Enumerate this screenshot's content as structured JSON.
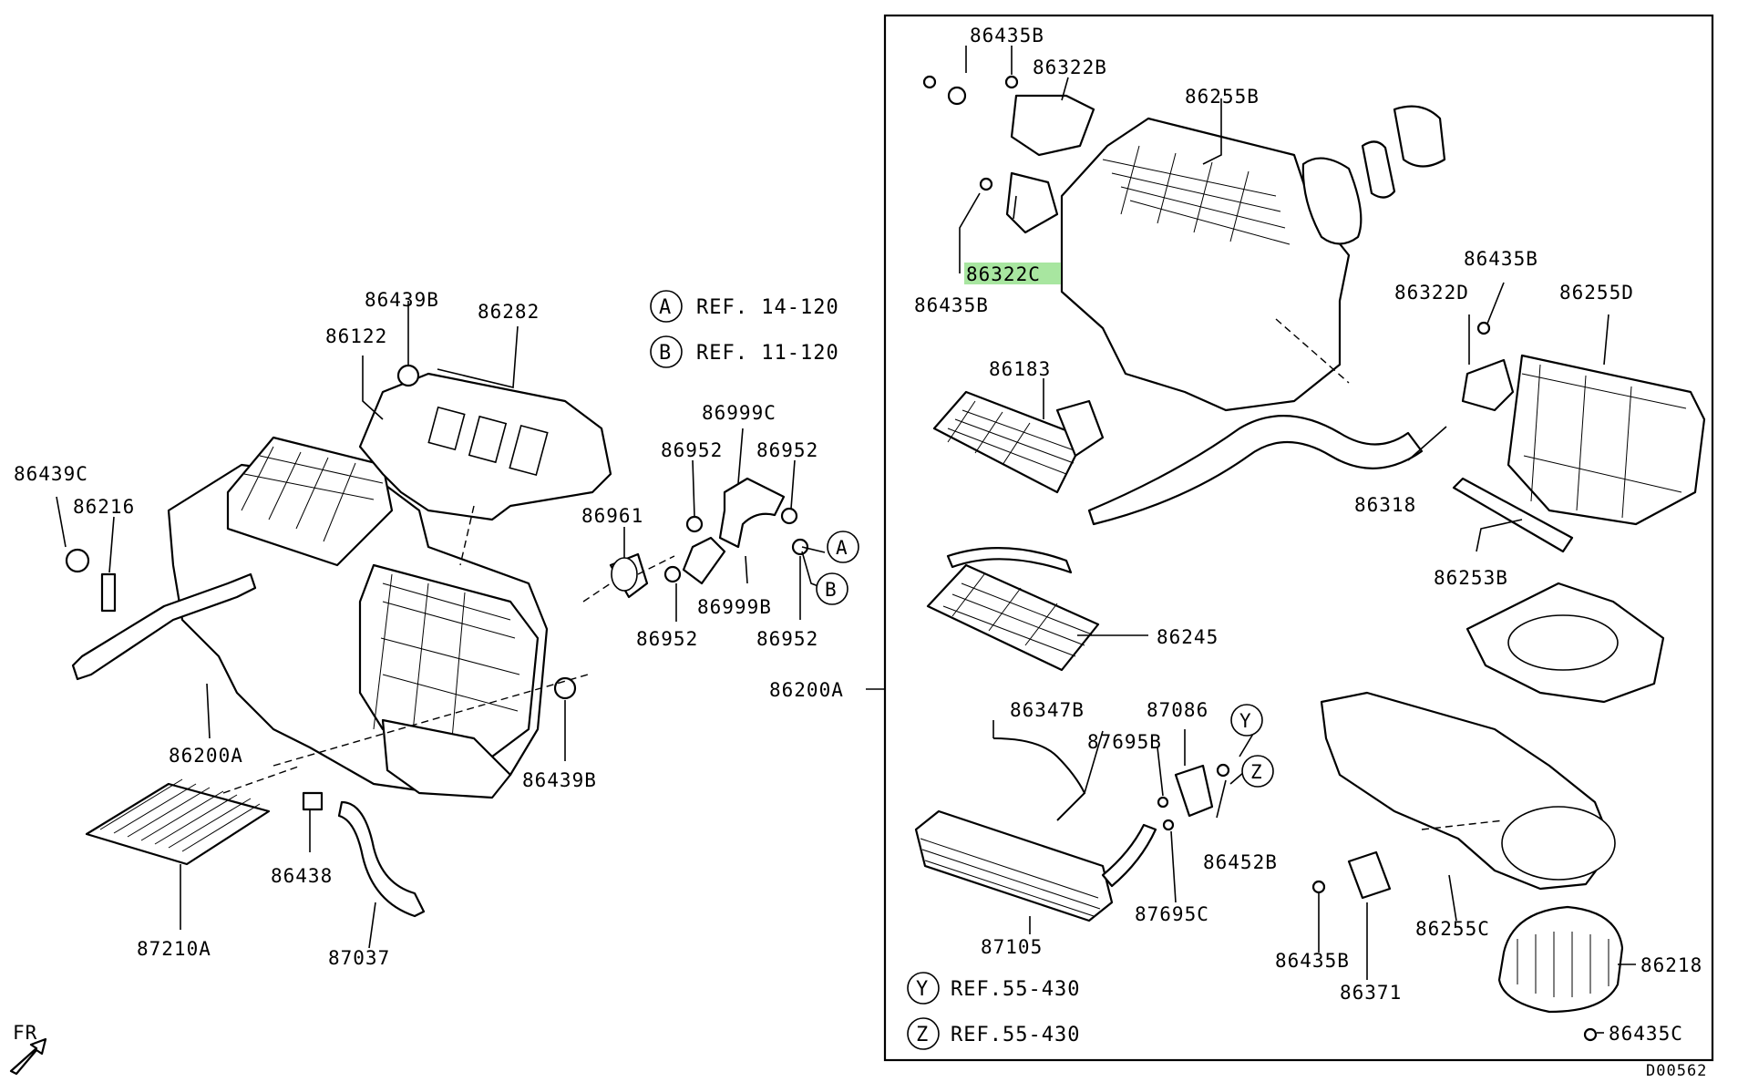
{
  "diagram_id": "D00562",
  "front_label": "FR",
  "highlighted_part": "86322C",
  "highlight_color": "#a8e6a0",
  "refs": {
    "A": {
      "letter": "A",
      "text": "REF. 14-120"
    },
    "B": {
      "letter": "B",
      "text": "REF. 11-120"
    },
    "Y": {
      "letter": "Y",
      "text": "REF.55-430"
    },
    "Z": {
      "letter": "Z",
      "text": "REF.55-430"
    }
  },
  "connector_letters": {
    "a": "A",
    "b": "B",
    "y": "Y",
    "z": "Z"
  },
  "left_parts": {
    "p86439B_top": "86439B",
    "p86282": "86282",
    "p86122": "86122",
    "p86439C": "86439C",
    "p86216": "86216",
    "p86200A": "86200A",
    "p86439B_bot": "86439B",
    "p87210A": "87210A",
    "p86438": "86438",
    "p87037": "87037"
  },
  "mid_parts": {
    "p86999C": "86999C",
    "p86952_a": "86952",
    "p86952_b": "86952",
    "p86961": "86961",
    "p86999B": "86999B",
    "p86952_c": "86952",
    "p86952_d": "86952",
    "p86200A_box": "86200A"
  },
  "right_parts": {
    "p86435B_1": "86435B",
    "p86322B": "86322B",
    "p86255B": "86255B",
    "p86322C": "86322C",
    "p86435B_2": "86435B",
    "p86435B_3": "86435B",
    "p86322D": "86322D",
    "p86255D": "86255D",
    "p86183": "86183",
    "p86318": "86318",
    "p86253B": "86253B",
    "p86245": "86245",
    "p86347B": "86347B",
    "p87086": "87086",
    "p87695B": "87695B",
    "p86452B": "86452B",
    "p87695C": "87695C",
    "p87105": "87105",
    "p86255C": "86255C",
    "p86435B_4": "86435B",
    "p86371": "86371",
    "p86218": "86218",
    "p86435C": "86435C"
  }
}
